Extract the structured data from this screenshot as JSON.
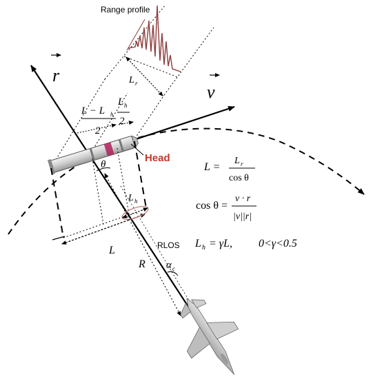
{
  "labels": {
    "range_profile": "Range profile",
    "r_vec": "r",
    "v_vec": "v",
    "l_r": "L",
    "l_r_sub": "r",
    "half_len_num": "L − L",
    "half_len_num_sub": "h",
    "half_len_den": "2",
    "half_head_num": "L",
    "half_head_num_sub": "h",
    "half_head_den": "2",
    "theta": "θ",
    "head": "Head",
    "l_h": "L",
    "l_h_sub": "h",
    "L": "L",
    "R": "R",
    "rlos": "RLOS",
    "alpha": "α",
    "alpha_sub": "c"
  },
  "equations": {
    "eq1_lhs": "L =",
    "eq1_num": "L",
    "eq1_num_sub": "r",
    "eq1_den": "cos θ",
    "eq2_lhs": "cos θ =",
    "eq2_num": "v · r",
    "eq2_den": "|v||r|",
    "eq3_lhs": "L",
    "eq3_lhs_sub": "h",
    "eq3_rhs": "= γL,",
    "eq3_cond": "0<γ<0.5"
  },
  "colors": {
    "line": "#000000",
    "head_label": "#c0392b",
    "range_profile": "#8b3a3a",
    "rocket_body": "#d9d9d9",
    "rocket_band": "#b0205a",
    "ellipse": "#c08080"
  }
}
